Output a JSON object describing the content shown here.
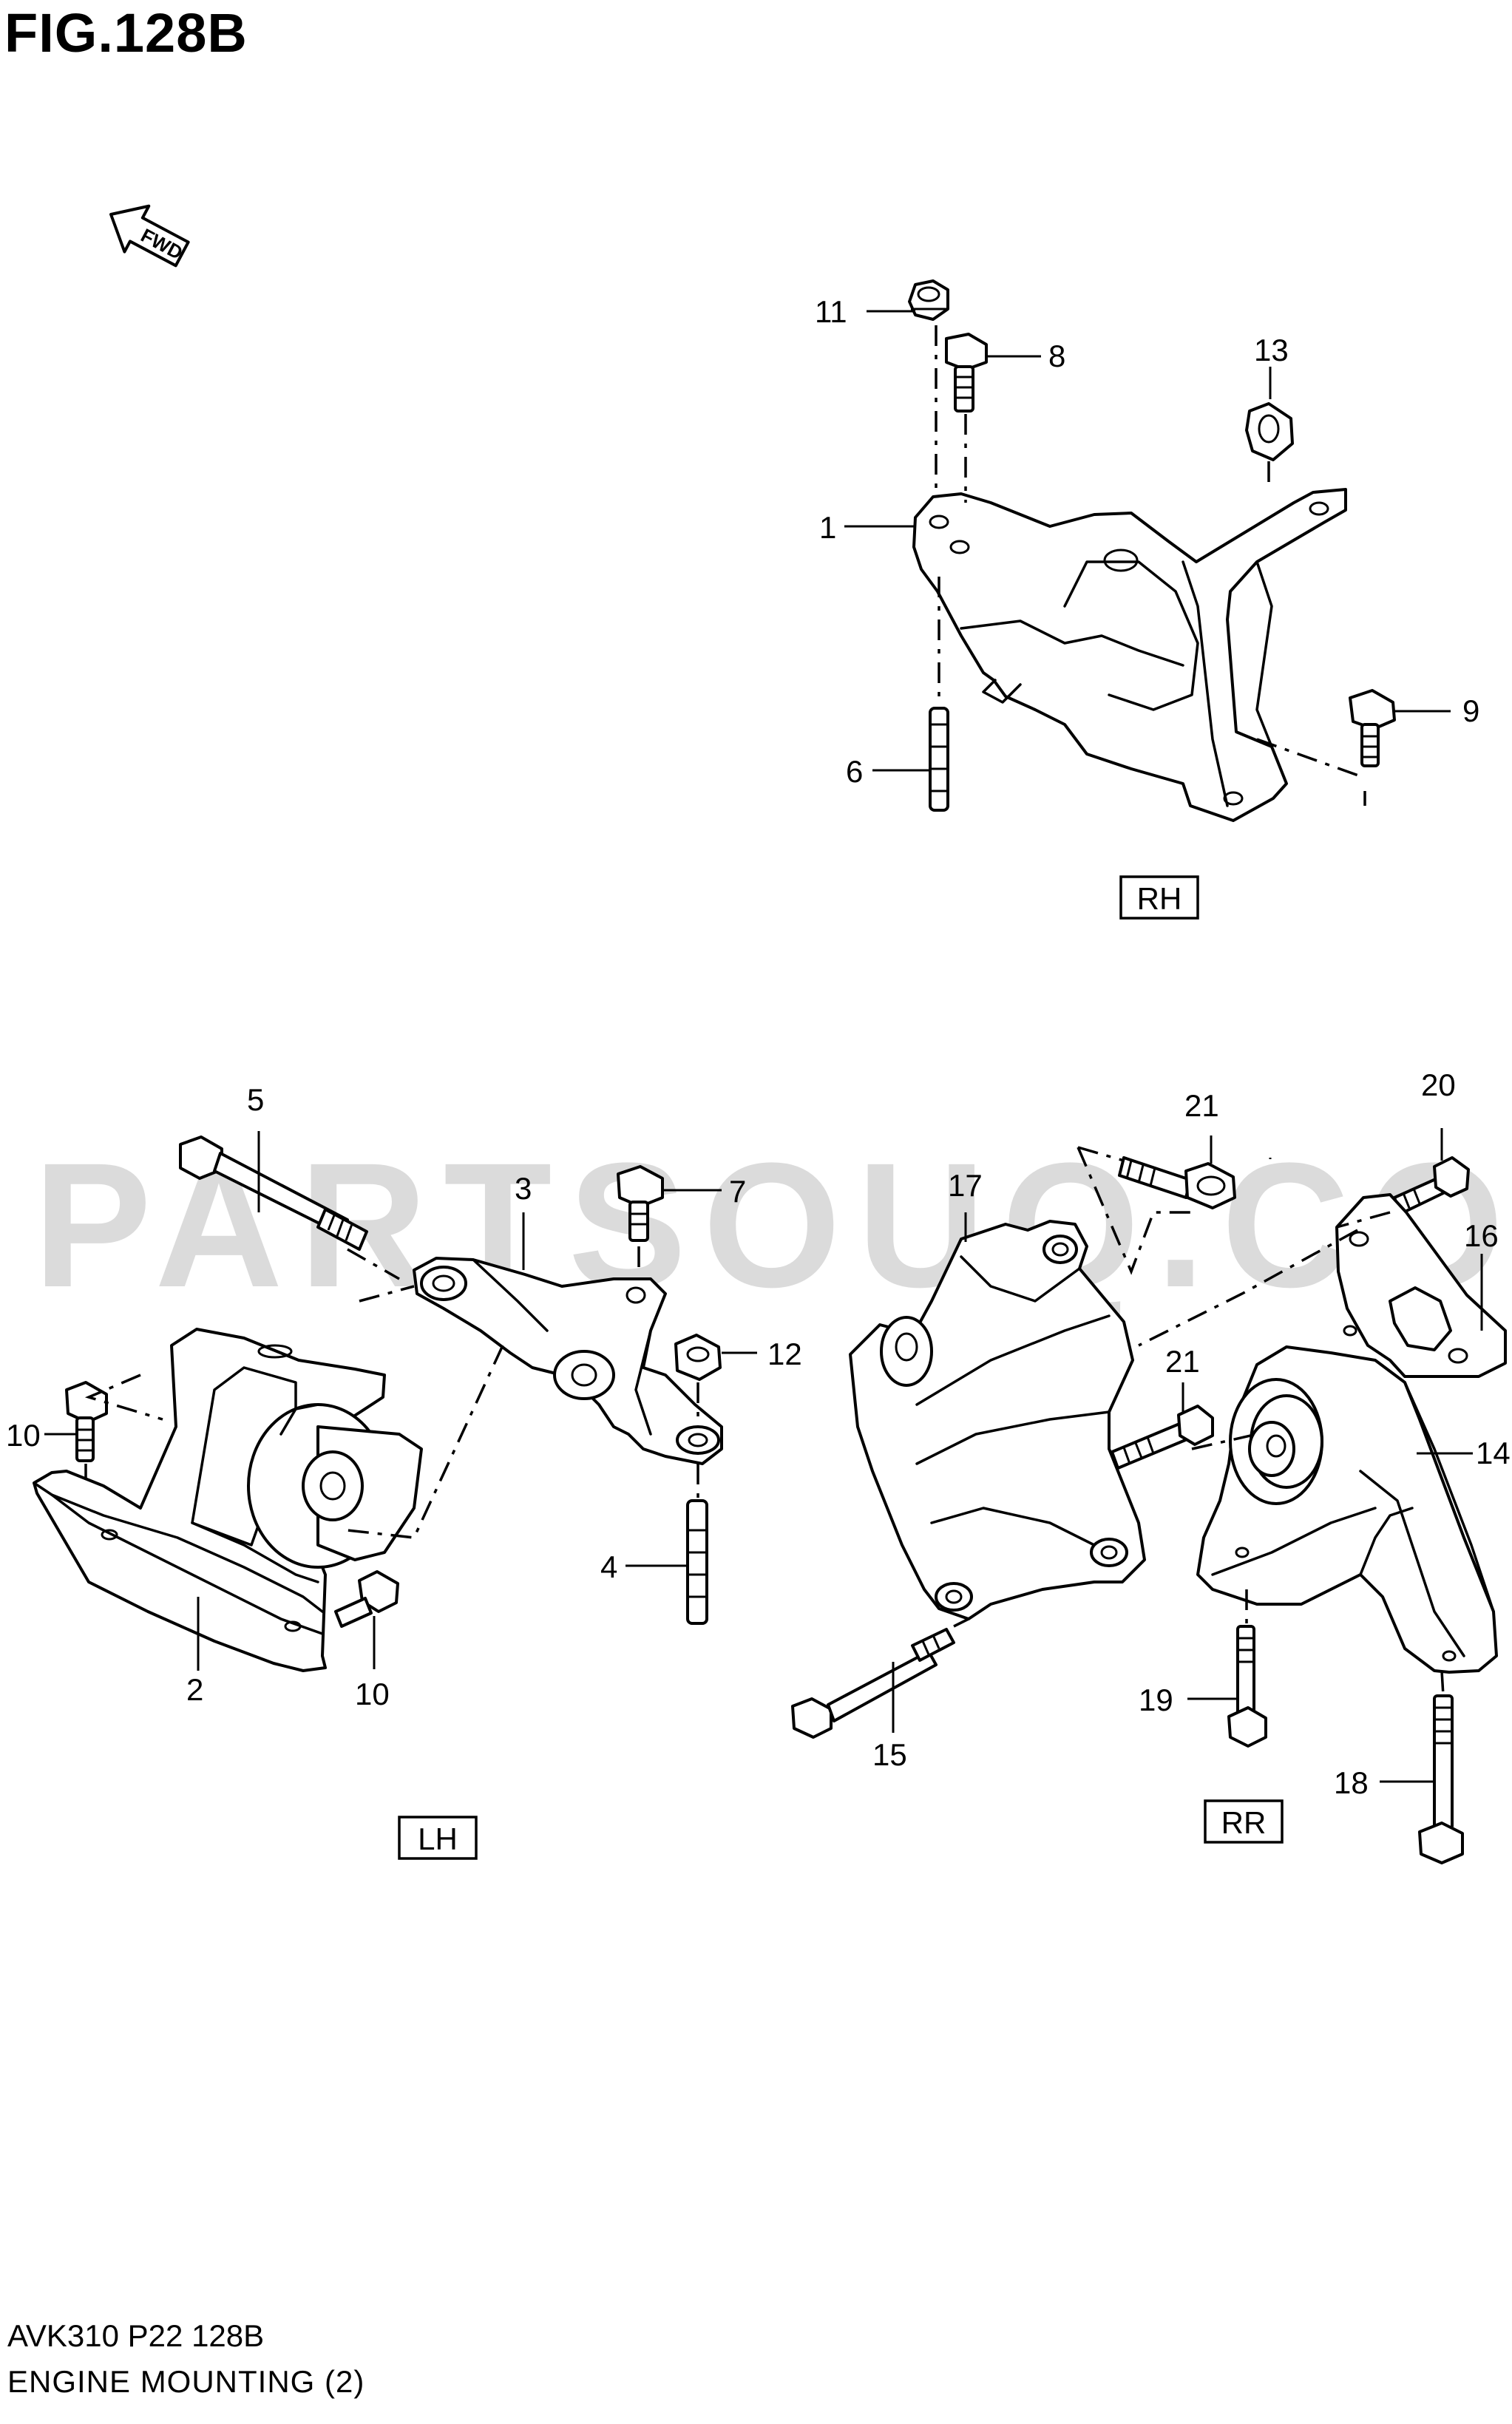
{
  "figure": {
    "title": "FIG.128B",
    "code": "AVK310 P22 128B",
    "name": "ENGINE MOUNTING (2)"
  },
  "watermark": "PARTSOUQ.COM",
  "direction_marker": "FWD",
  "groups": {
    "rh": "RH",
    "lh": "LH",
    "rr": "RR"
  },
  "callouts": {
    "c1": "1",
    "c2": "2",
    "c3": "3",
    "c4": "4",
    "c5": "5",
    "c6": "6",
    "c7": "7",
    "c8": "8",
    "c9": "9",
    "c10a": "10",
    "c10b": "10",
    "c11": "11",
    "c12": "12",
    "c13": "13",
    "c14": "14",
    "c15": "15",
    "c16": "16",
    "c17": "17",
    "c18": "18",
    "c19": "19",
    "c20": "20",
    "c21a": "21",
    "c21b": "21"
  }
}
